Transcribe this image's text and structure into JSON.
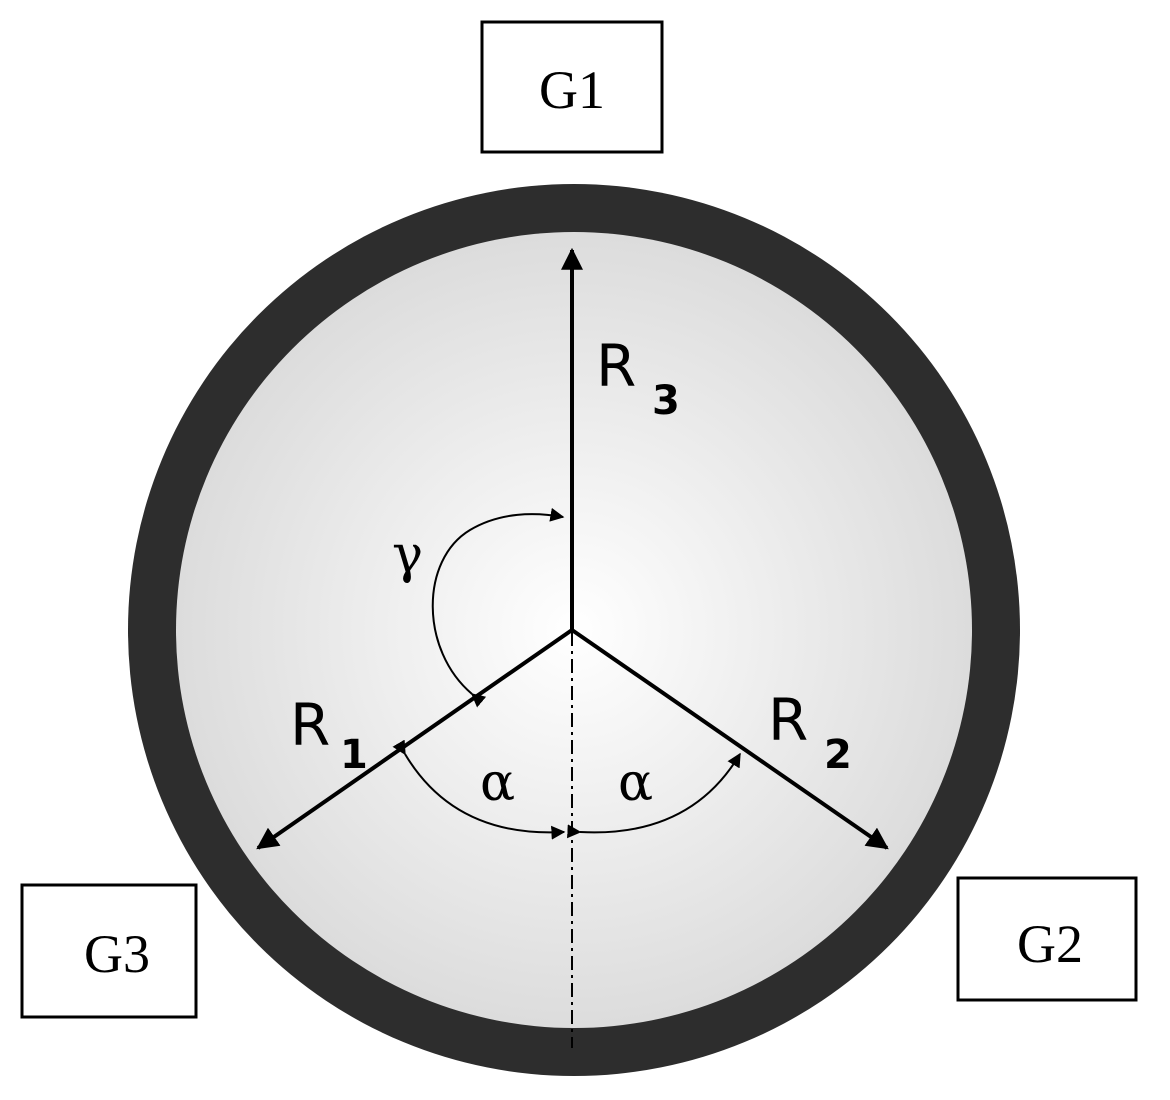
{
  "gauges": {
    "g1": "G1",
    "g2": "G2",
    "g3": "G3"
  },
  "radii": {
    "r1": {
      "letter": "R",
      "subscript": "1"
    },
    "r2": {
      "letter": "R",
      "subscript": "2"
    },
    "r3": {
      "letter": "R",
      "subscript": "3"
    }
  },
  "angles": {
    "gamma": "γ",
    "alpha_left": "α",
    "alpha_right": "α"
  },
  "colors": {
    "ring": "#2d2d2d",
    "fill_center": "#ffffff",
    "fill_edge": "#dcdcdc",
    "stroke": "#000000"
  }
}
